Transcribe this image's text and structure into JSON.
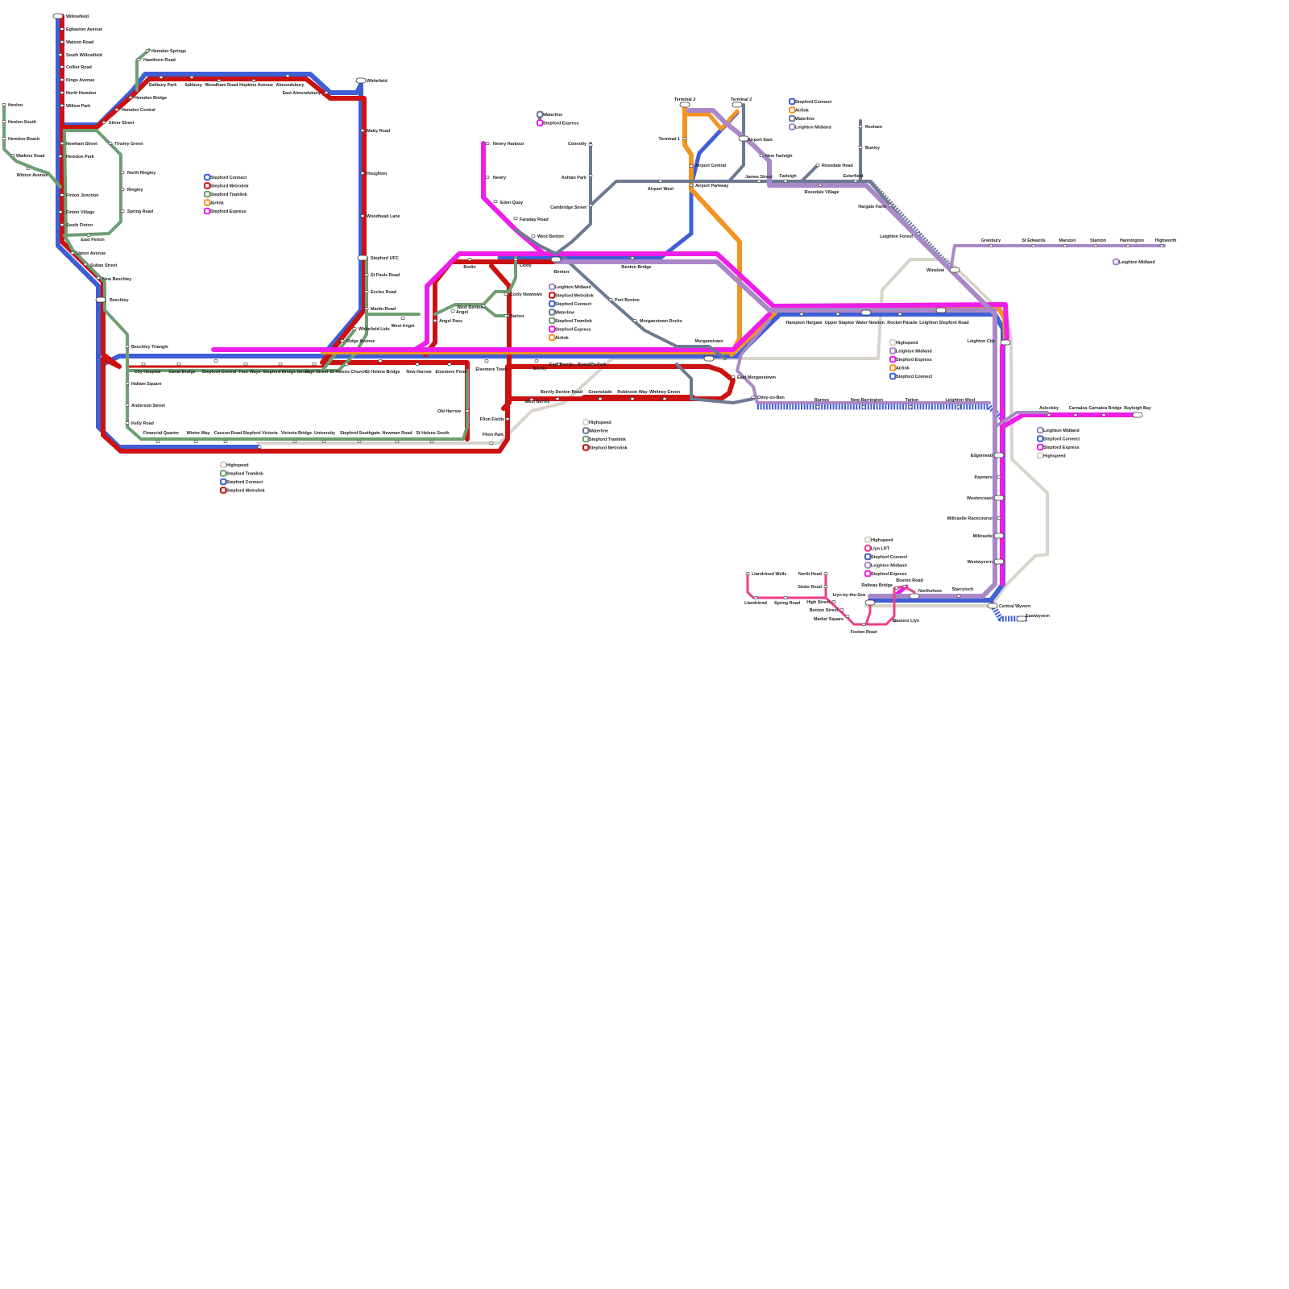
{
  "map": {
    "lines": {
      "connect": {
        "name": "Stepford Connect",
        "color": "#3f5fd6"
      },
      "metrolink": {
        "name": "Stepford Metrolink",
        "color": "#cc1111"
      },
      "tramlink": {
        "name": "Stepford Tramlink",
        "color": "#6e9e72"
      },
      "airlink": {
        "name": "Airlink",
        "color": "#f39321"
      },
      "express": {
        "name": "Stepford Express",
        "color": "#ee1ee8"
      },
      "waterline": {
        "name": "Waterline",
        "color": "#6c7a92"
      },
      "leighton": {
        "name": "Leighton Midland",
        "color": "#aa88c8"
      },
      "highspeed": {
        "name": "Highspeed",
        "color": "#d9d4cb"
      },
      "llyn": {
        "name": "Llyn LRT",
        "color": "#ec3e88"
      }
    },
    "legends": [
      [
        "connect",
        "metrolink",
        "tramlink",
        "airlink",
        "express"
      ],
      [
        "waterline",
        "express"
      ],
      [
        "connect",
        "airlink",
        "waterline",
        "leighton"
      ],
      [
        "leighton",
        "metrolink",
        "connect",
        "waterline",
        "tramlink",
        "express",
        "airlink"
      ],
      [
        "highspeed",
        "leighton",
        "express",
        "airlink",
        "connect"
      ],
      [
        "leighton"
      ],
      [
        "leighton",
        "connect",
        "express",
        "highspeed"
      ],
      [
        "highspeed",
        "waterline",
        "tramlink",
        "metrolink"
      ],
      [
        "highspeed",
        "tramlink",
        "connect",
        "metrolink"
      ],
      [
        "highspeed",
        "llyn",
        "connect",
        "leighton",
        "express"
      ]
    ],
    "stations": [
      "Willowfield",
      "Egbaston Avenue",
      "Watson Road",
      "South Willowfield",
      "Collier Road",
      "Kings Avenue",
      "North Hemdon",
      "Willow Park",
      "Newham Street",
      "Hemdon Park",
      "Finton Junction",
      "Finton Village",
      "South Finton",
      "East Finton",
      "Hemdon Springs",
      "Hawthorn Road",
      "Hemdon Bridge",
      "Hemdon Central",
      "Silver Street",
      "Tinsley Green",
      "North Ringley",
      "Ringley",
      "Spring Road",
      "Henlon",
      "Henlon South",
      "Hemdon Beach",
      "Watkins Road",
      "Winton Avenue",
      "Saltbury Park",
      "Saltbury",
      "Woodham Road",
      "Hopkins Avenue",
      "Almondsbury",
      "East Almondsbury",
      "Whitefield",
      "Matty Road",
      "Houghton",
      "Woodhead Lane",
      "Stepford UFC",
      "St Pauls Road",
      "Eccles Road",
      "Martin Road",
      "West Angel",
      "Whitefield Lido",
      "Ridge Avenue",
      "Upton Avenue",
      "Sultan Street",
      "New Beechley",
      "Beechley",
      "Beechley Triangle",
      "City Hospital",
      "Canal Bridge",
      "Stepford Central",
      "Four Ways",
      "Stepford Bridge Street",
      "High Street",
      "St Helens Church",
      "St Helens Bridge",
      "New Harrow",
      "Elsemere Pond",
      "Hallam Square",
      "Anderson Street",
      "Kelly Road",
      "Financial Quarter",
      "Winter Way",
      "Casson Road",
      "Stepford Victoria",
      "Victoria Bridge",
      "University",
      "Stepford Southgate",
      "Newman Road",
      "St Helens South",
      "Old Harrow",
      "Angel Pass",
      "Angel",
      "West Benton",
      "Bodin",
      "Coxly",
      "Coxly Newtown",
      "Barton",
      "Elsemere Town",
      "Berrily",
      "East Berrily",
      "Beaulieu Park",
      "Ffion Fields",
      "Ffion Park",
      "West Berrily",
      "Berrily Denton Road",
      "Greenslade",
      "Robinson Way",
      "Whitney Green",
      "Newry Harbour",
      "Newry",
      "Eden Quay",
      "Faraday Road",
      "West Benton",
      "Benton",
      "Connolly",
      "Ashlan Park",
      "Cambridge Street",
      "Airport West",
      "Benton Bridge",
      "Port Benton",
      "Morganstown Docks",
      "Morganstown",
      "East Morganstown",
      "Otley-on-Ben",
      "Terminal 3",
      "Terminal 2",
      "Terminal 1",
      "Airport East",
      "Airport Central",
      "Airport Parkway",
      "New Farleigh",
      "James Street",
      "Farleigh",
      "Rosedale Head",
      "Rosedale Village",
      "Esterfield",
      "Rexham",
      "Bunley",
      "Hargate Farm",
      "Leighton Forest",
      "Winslow",
      "Hampton Hargate",
      "Upper Staploe",
      "Water Newton",
      "Rocket Parade",
      "Leighton Stepford Road",
      "Leighton City",
      "Barnes",
      "New Barrington",
      "Tarton",
      "Leighton West",
      "Granbury",
      "St Edwards",
      "Marston",
      "Stanton",
      "Hannington",
      "Highworth",
      "Aslockby",
      "Carnalea",
      "Carnalea Bridge",
      "Rayleigh Bay",
      "Edgemead",
      "Paymere",
      "Westercoast",
      "Millcastle Racecourse",
      "Millcastle",
      "Westwyvern",
      "Central Wyvern",
      "Eastwyvern",
      "Starryloch",
      "Northshore",
      "Boston Road",
      "Railway Bridge",
      "Llyn-by-the-Sea",
      "Eastern Llyn",
      "Foxton Road",
      "Market Square",
      "Benton Street",
      "High Street",
      "Stoke Road",
      "North Head",
      "Llandrinod Wells",
      "Llandrinod",
      "Spring Road"
    ]
  }
}
